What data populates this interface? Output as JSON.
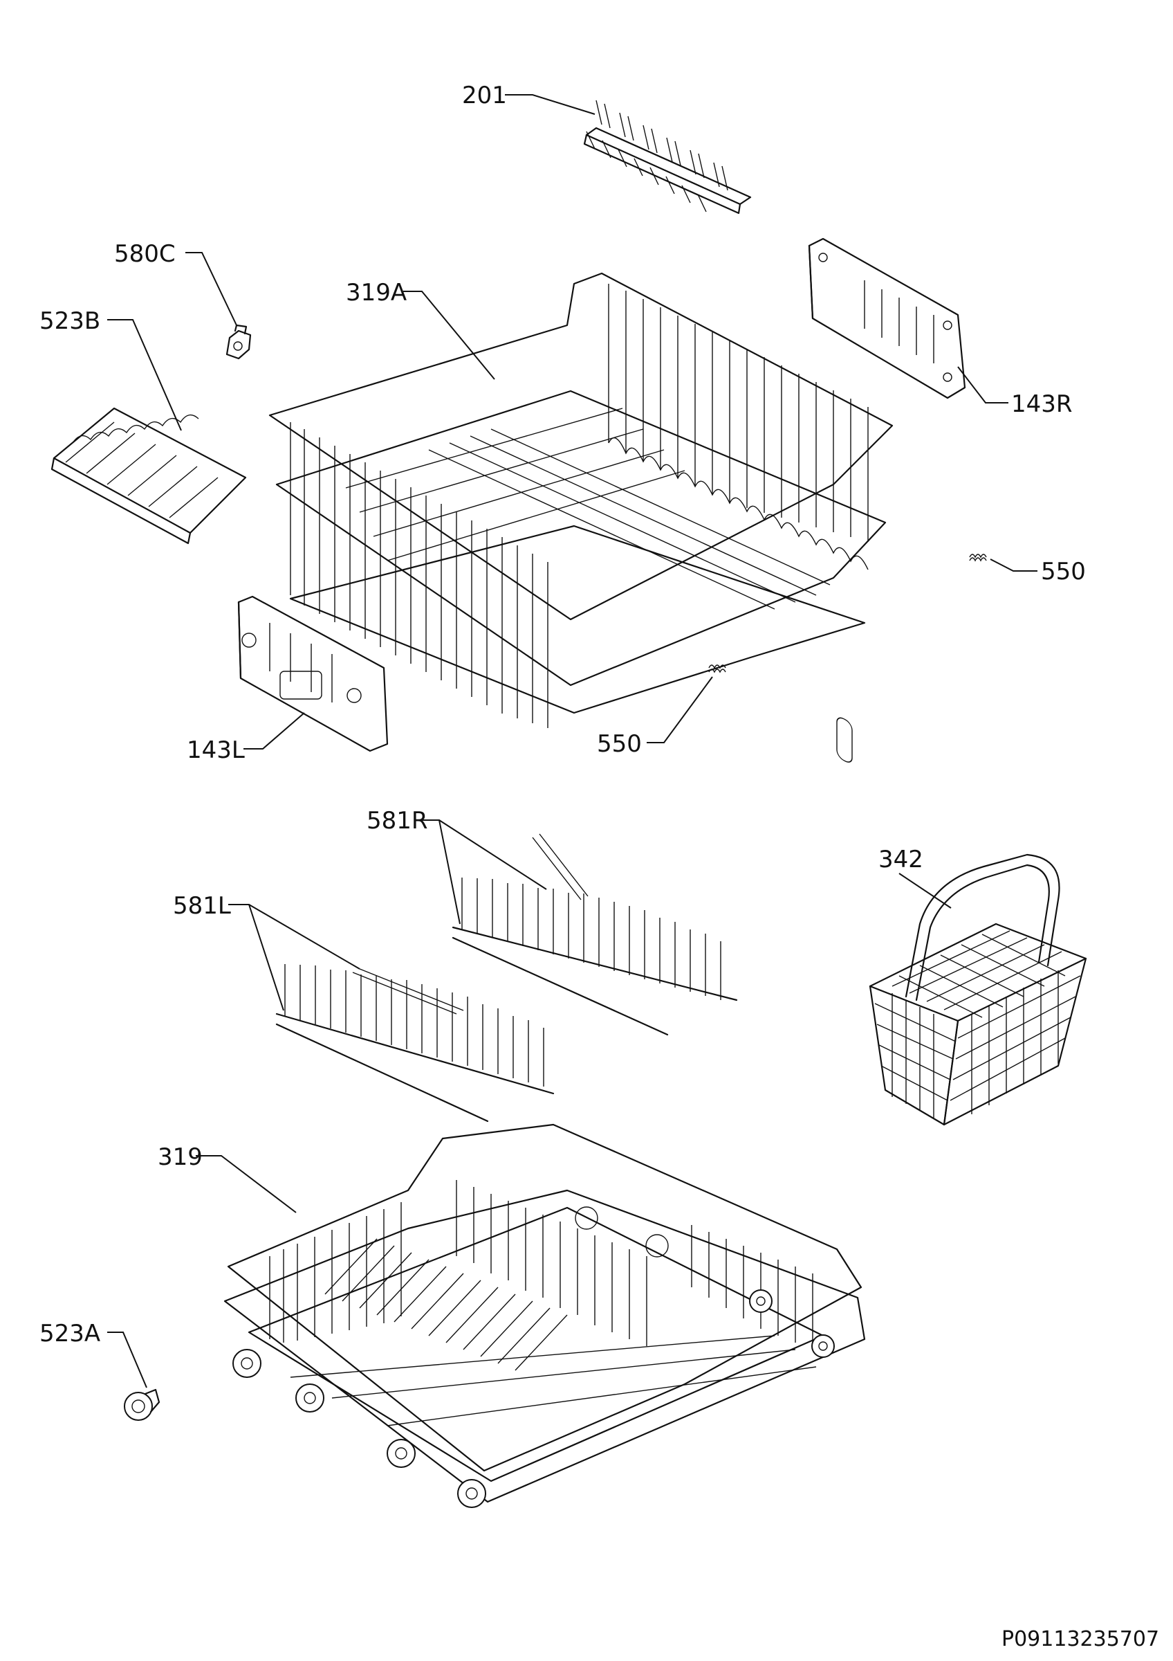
{
  "diagram": {
    "document_number": "P09113235707",
    "parts": [
      {
        "id": "p201",
        "label": "201",
        "name": "Cup rack tines",
        "icon": "tine-strip"
      },
      {
        "id": "p580c",
        "label": "580C",
        "name": "Clip",
        "icon": "clip"
      },
      {
        "id": "p523b",
        "label": "523B",
        "name": "Folding support",
        "icon": "folding-support"
      },
      {
        "id": "p319a",
        "label": "319A",
        "name": "Upper basket",
        "icon": "wire-basket"
      },
      {
        "id": "p143r",
        "label": "143R",
        "name": "Right height adjuster",
        "icon": "adjuster-panel"
      },
      {
        "id": "p550a",
        "label": "550",
        "name": "Spring",
        "icon": "spring"
      },
      {
        "id": "p143l",
        "label": "143L",
        "name": "Left height adjuster",
        "icon": "adjuster-panel"
      },
      {
        "id": "p550b",
        "label": "550",
        "name": "Spring",
        "icon": "spring"
      },
      {
        "id": "p581r",
        "label": "581R",
        "name": "Right folding tines",
        "icon": "tine-rack"
      },
      {
        "id": "p581l",
        "label": "581L",
        "name": "Left folding tines",
        "icon": "tine-rack"
      },
      {
        "id": "p342",
        "label": "342",
        "name": "Cutlery basket",
        "icon": "cutlery-basket"
      },
      {
        "id": "p319",
        "label": "319",
        "name": "Lower basket",
        "icon": "wire-basket"
      },
      {
        "id": "p523a",
        "label": "523A",
        "name": "Wheel",
        "icon": "wheel"
      }
    ]
  }
}
